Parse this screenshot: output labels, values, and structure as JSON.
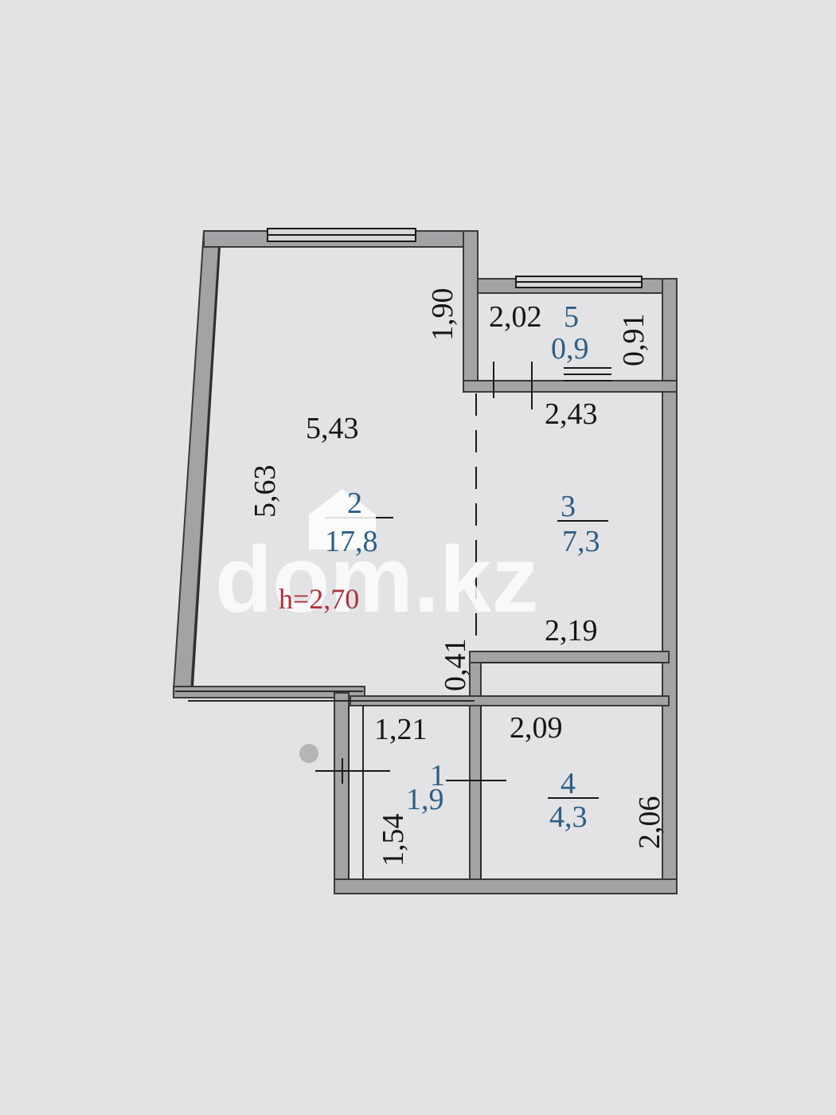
{
  "colors": {
    "background": "#e3e3e5",
    "wall": "#a3a3a6",
    "wall_outline": "#3a3a3a",
    "dimension_text": "#151515",
    "room_number": "#2b5f86",
    "height_label": "#b0303a",
    "watermark": "#ffffff"
  },
  "rooms": [
    {
      "number": "1",
      "area": "1,9"
    },
    {
      "number": "2",
      "area": "17,8"
    },
    {
      "number": "3",
      "area": "7,3"
    },
    {
      "number": "4",
      "area": "4,3"
    },
    {
      "number": "5",
      "area": "0,9"
    }
  ],
  "dimensions": {
    "living_width": "5,43",
    "living_length": "5,63",
    "living_niche": "1,90",
    "balcony_width": "2,02",
    "balcony_depth": "0,91",
    "kitchen_width": "2,43",
    "kitchen_bottom": "2,19",
    "partition": "0,41",
    "hall_width": "1,21",
    "hall_length": "1,54",
    "bath_width": "2,09",
    "bath_length": "2,06"
  },
  "ceiling_height": "h=2,70",
  "watermark": {
    "text": "dom.kz",
    "icon": "house-icon"
  }
}
